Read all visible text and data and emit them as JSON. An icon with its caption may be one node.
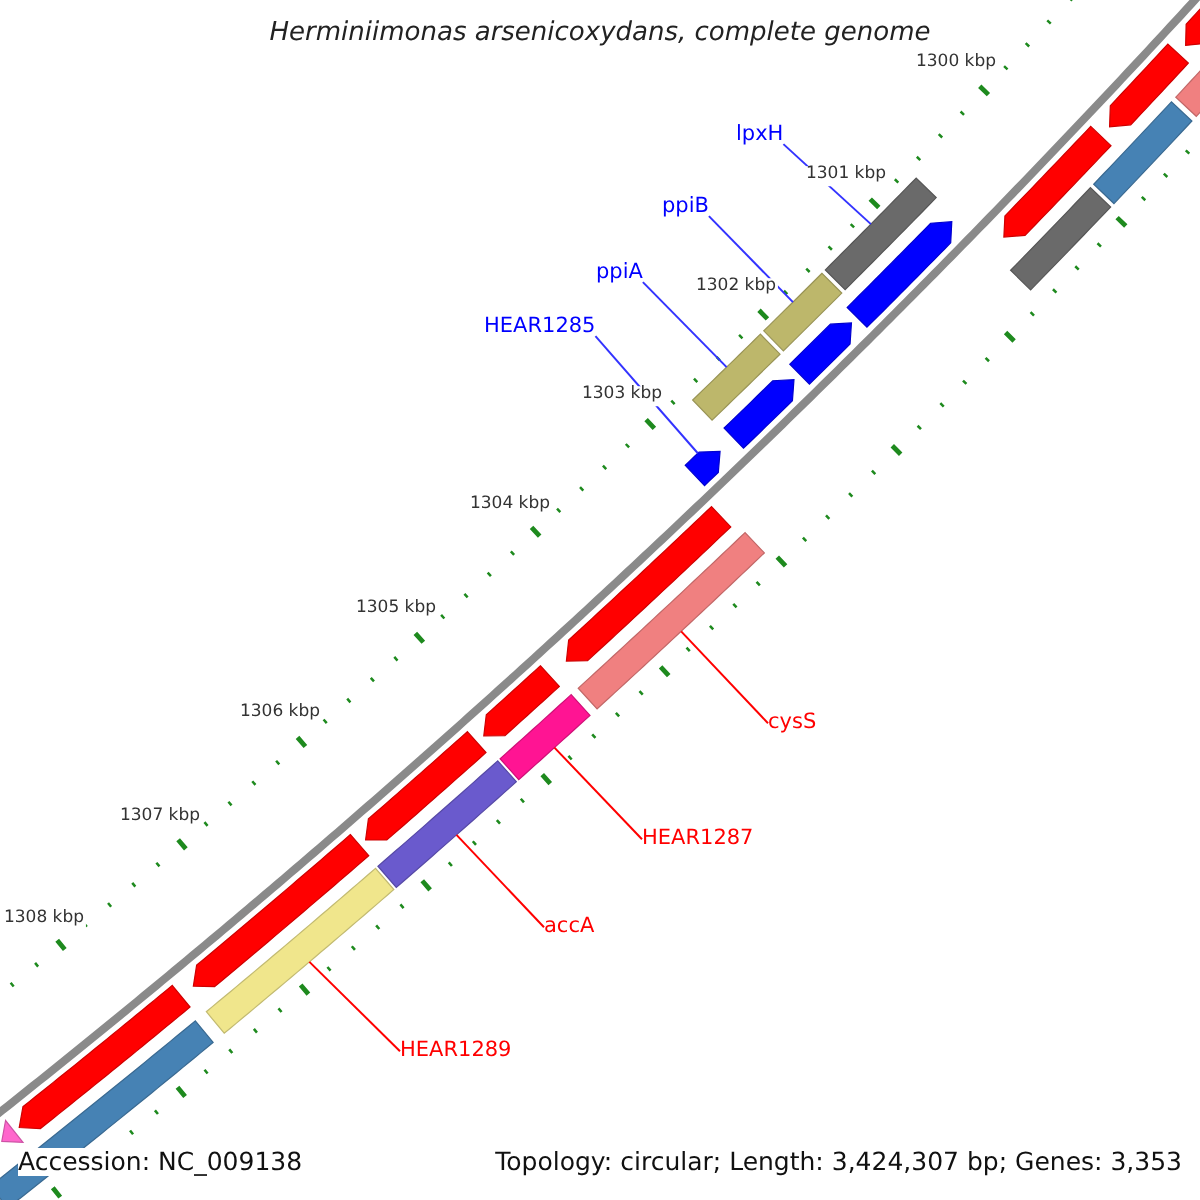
{
  "diagram": {
    "title": "Herminiimonas arsenicoxydans, complete genome",
    "nodes": [
      {
        "text": [
          "lpxH"
        ]
      },
      {
        "text": [
          "ppiB"
        ]
      },
      {
        "text": [
          "ppiA"
        ]
      },
      {
        "text": [
          "HEAR1285"
        ]
      },
      {
        "text": [
          "cysS"
        ]
      },
      {
        "text": [
          "HEAR1287"
        ]
      },
      {
        "text": [
          "accA"
        ]
      },
      {
        "text": [
          "HEAR1289"
        ]
      },
      {
        "text": [],
        "shape": "bar"
      },
      {
        "text": [],
        "shape": "bar"
      },
      {
        "text": [],
        "shape": "bar"
      },
      {
        "text": [],
        "shape": "bar"
      },
      {
        "text": [],
        "shape": "bar"
      },
      {
        "text": [],
        "shape": "bar"
      },
      {
        "text": [],
        "shape": "bar"
      },
      {
        "text": [],
        "shape": "bar"
      },
      {
        "text": [],
        "shape": "bar"
      },
      {
        "text": [],
        "shape": "bar"
      },
      {
        "text": [],
        "shape": "bar"
      },
      {
        "text": [],
        "shape": "bar"
      },
      {
        "text": [],
        "shape": "bar"
      },
      {
        "text": [],
        "shape": "bar"
      },
      {
        "text": [],
        "shape": "bar"
      },
      {
        "text": [],
        "shape": "bar"
      },
      {
        "text": [],
        "shape": "bar"
      },
      {
        "text": [],
        "shape": "bar"
      },
      {
        "text": [],
        "shape": "bar"
      },
      {
        "text": [],
        "shape": "bar"
      },
      {
        "text": [],
        "shape": "bar"
      },
      {
        "text": [],
        "shape": "bar"
      },
      {
        "text": [],
        "shape": "bar"
      },
      {
        "text": [],
        "shape": "bar"
      }
    ],
    "edges": [
      {
        "from": 0,
        "to": 8,
        "arrow": "none",
        "color": "#3333ff"
      },
      {
        "from": 1,
        "to": 9,
        "arrow": "none",
        "color": "#3333ff"
      },
      {
        "from": 2,
        "to": 10,
        "arrow": "none",
        "color": "#3333ff"
      },
      {
        "from": 3,
        "to": 11,
        "arrow": "none",
        "color": "#3333ff"
      },
      {
        "from": 4,
        "to": 12,
        "arrow": "none",
        "color": "#ff0000"
      },
      {
        "from": 5,
        "to": 13,
        "arrow": "none",
        "color": "#ff0000"
      },
      {
        "from": 6,
        "to": 14,
        "arrow": "none",
        "color": "#ff0000"
      },
      {
        "from": 7,
        "to": 15,
        "arrow": "none",
        "color": "#ff0000"
      }
    ],
    "labels": [
      "1300 kbp",
      "1301 kbp",
      "1302 kbp",
      "1303 kbp",
      "1304 kbp",
      "1305 kbp",
      "1306 kbp",
      "1307 kbp",
      "1308 kbp",
      "Accession: NC_009138",
      "Topology: circular; Length: 3,424,307 bp; Genes: 3,353"
    ]
  }
}
